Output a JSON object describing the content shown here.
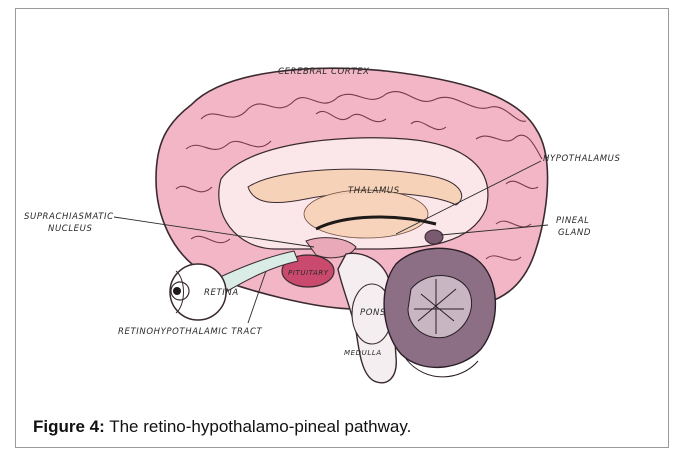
{
  "figure": {
    "caption_label": "Figure 4:",
    "caption_text": " The retino-hypothalamo-pineal pathway."
  },
  "labels": {
    "cerebral_cortex": "CEREBRAL CORTEX",
    "hypothalamus": "HYPOTHALAMUS",
    "thalamus": "THALAMUS",
    "suprachiasmatic_1": "SUPRACHIASMATIC",
    "suprachiasmatic_2": "NUCLEUS",
    "pineal_1": "PINEAL",
    "pineal_2": "GLAND",
    "retina": "RETINA",
    "pituitary": "PITUITARY",
    "pons": "PONS",
    "medulla": "MEDULLA",
    "tract": "RETINOHYPOTHALAMIC TRACT"
  },
  "colors": {
    "cortex": "#f2b6c6",
    "cortex_dark": "#d9809a",
    "thalamus": "#f6d2b8",
    "cerebellum": "#8c6f85",
    "brainstem": "#f4eef0",
    "outline": "#3a2a30"
  }
}
